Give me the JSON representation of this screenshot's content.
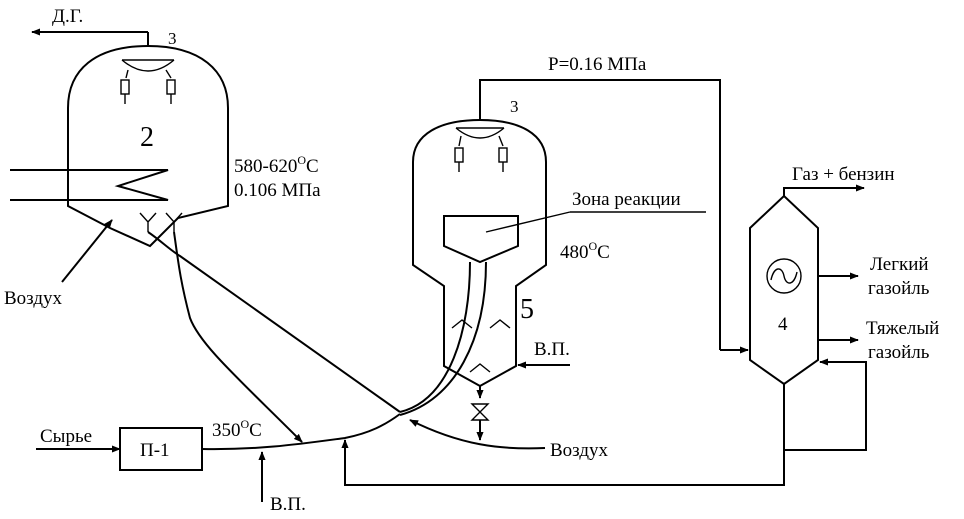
{
  "labels": {
    "flue_gas": "Д.Г.",
    "regenerator_number": "2",
    "regenerator_burner_number": "3",
    "regenerator_temperature": "580-620",
    "regenerator_temperature_unit": "C",
    "degree_mark": "O",
    "regenerator_pressure": "0.106 МПа",
    "air_left": "Воздух",
    "reactor_pressure": "P=0.16 МПа",
    "reactor_burner_number": "3",
    "reaction_zone": "Зона реакции",
    "reactor_temperature": "480",
    "reactor_temperature_unit": "C",
    "stripper_number": "5",
    "steam_stripper": "В.П.",
    "air_bottom": "Воздух",
    "feed": "Сырье",
    "heater": "П-1",
    "feed_temperature": "350",
    "feed_temperature_unit": "C",
    "steam_bottom": "В.П.",
    "column_number": "4",
    "gas_gasoline": "Газ + бензин",
    "light_gasoil_line1": "Легкий",
    "light_gasoil_line2": "газойль",
    "heavy_gasoil_line1": "Тяжелый",
    "heavy_gasoil_line2": "газойль"
  }
}
